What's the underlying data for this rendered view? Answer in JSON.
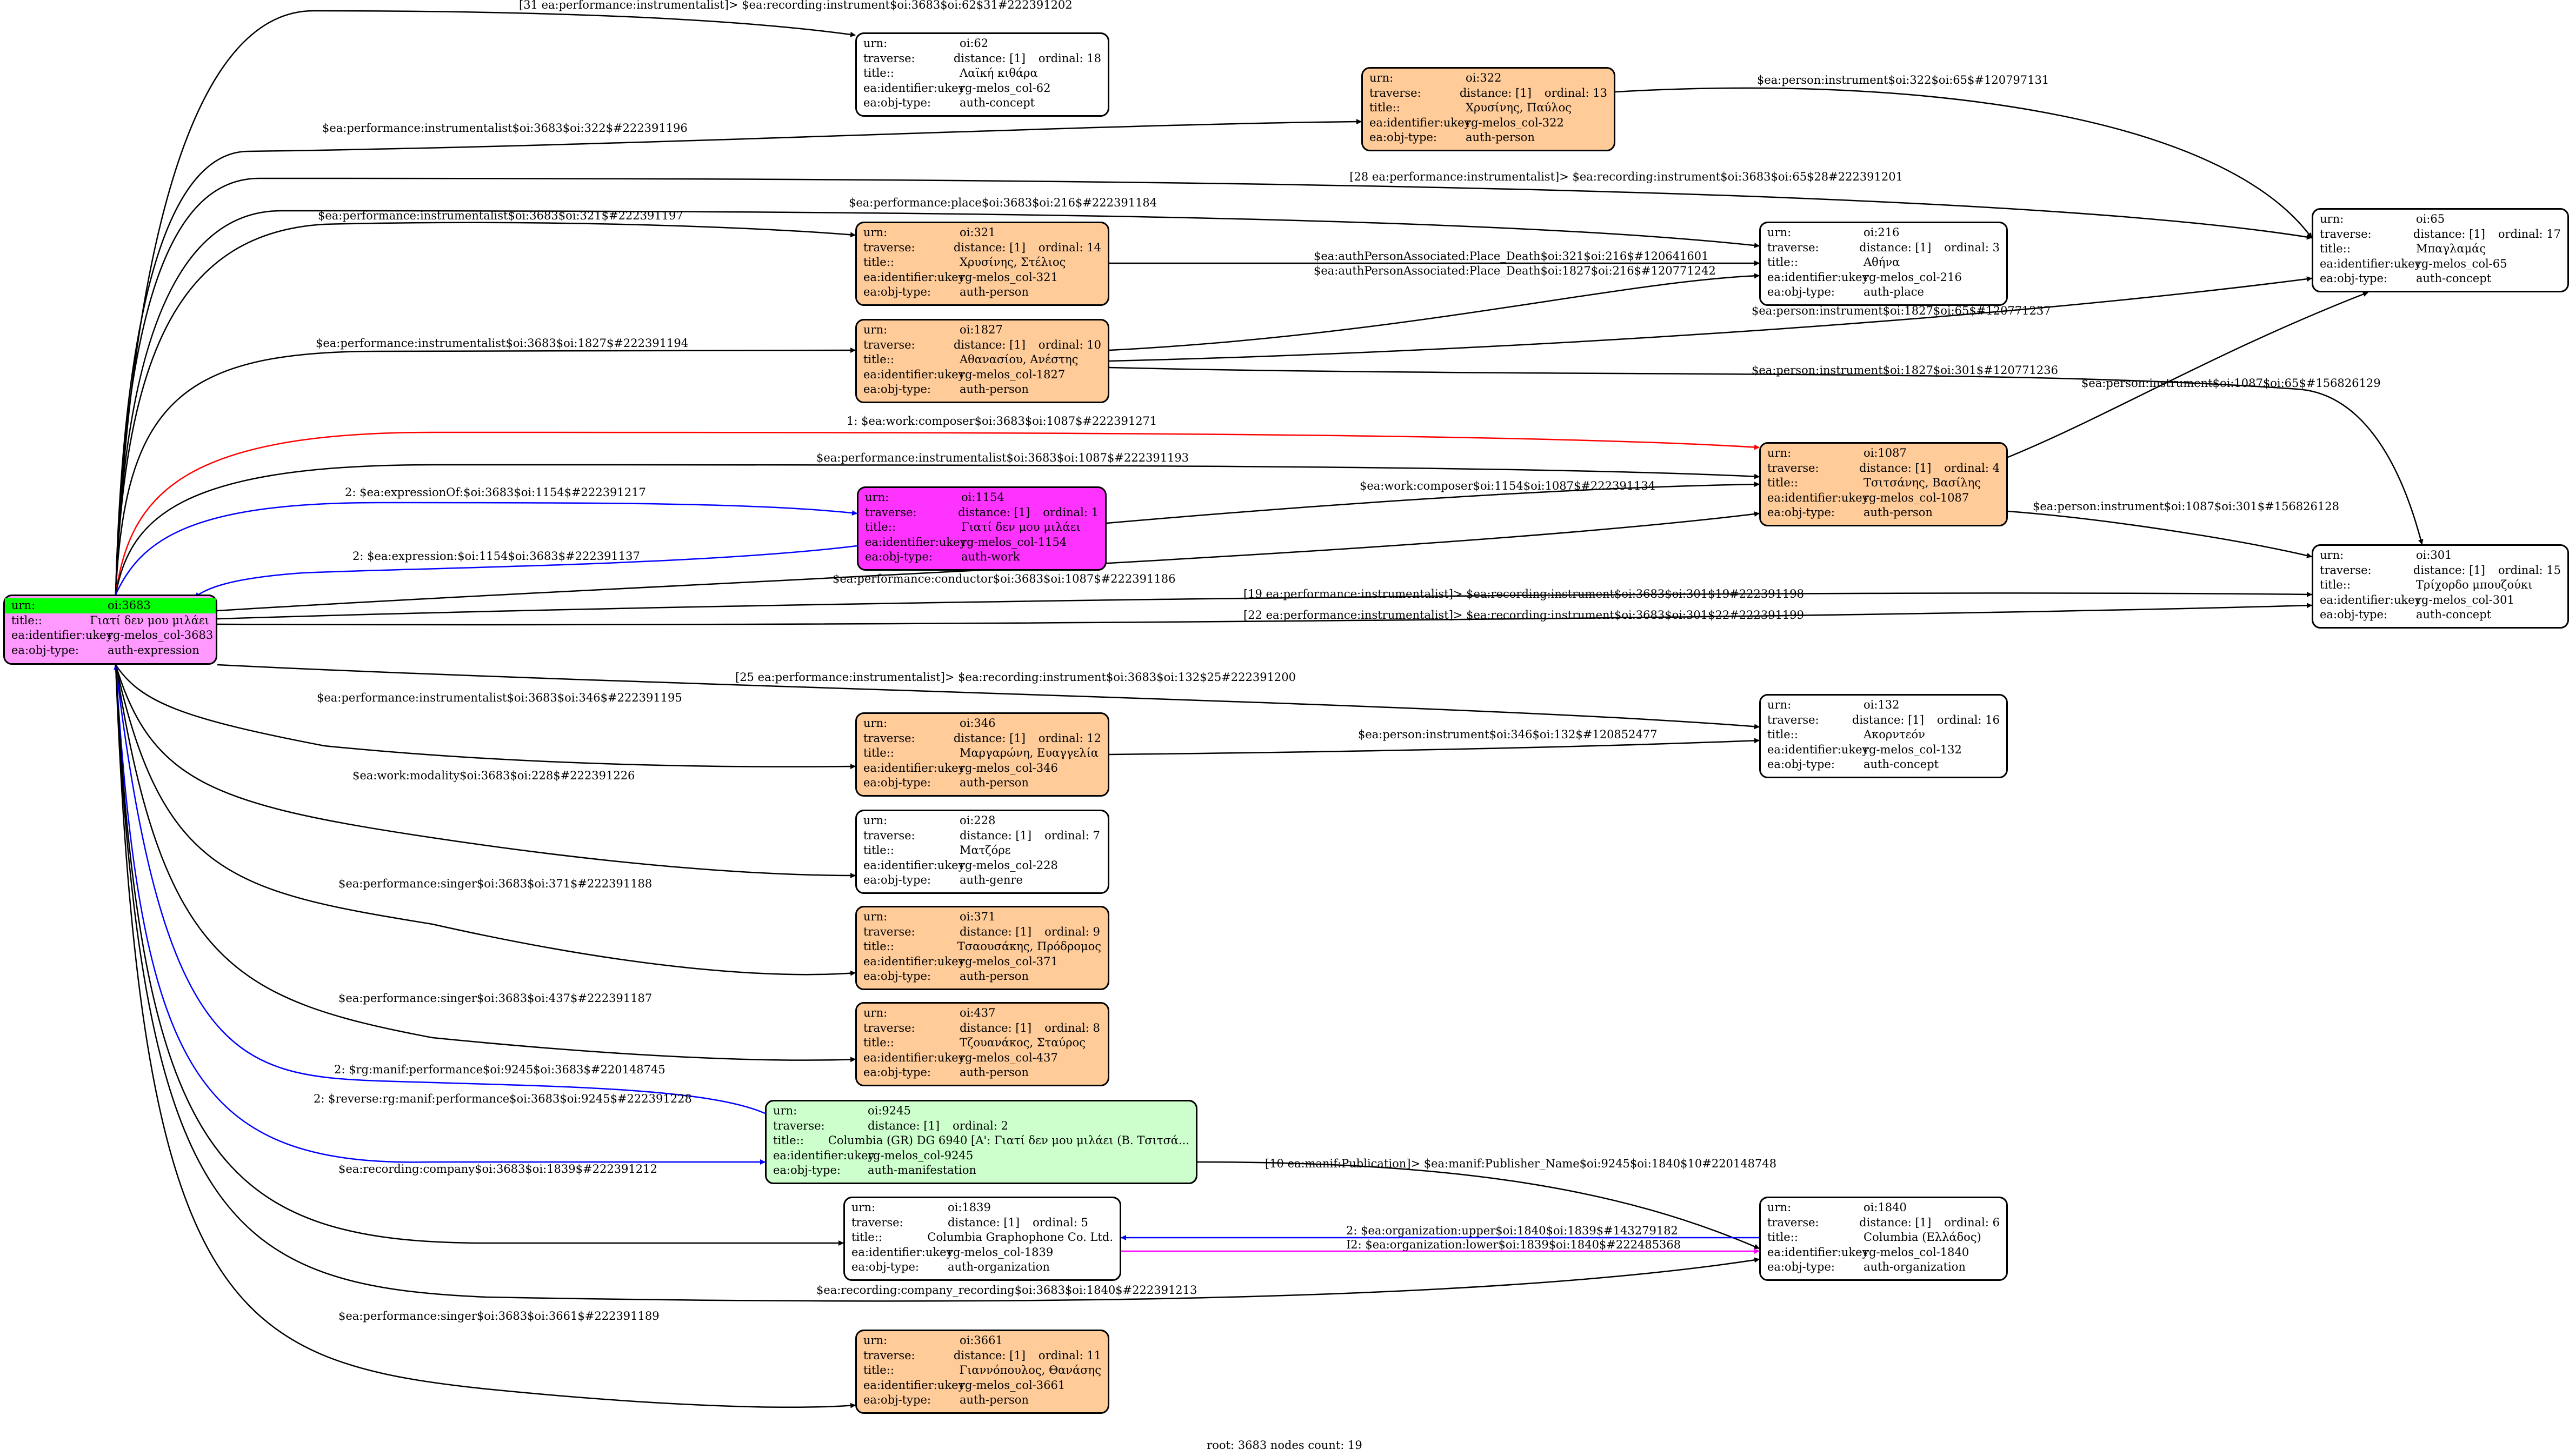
{
  "footer": "root: 3683 nodes count: 19",
  "colors": {
    "person": "#ffcc99",
    "work": "#ff33ff",
    "expression": "#ff99ff",
    "manifestation": "#ccffcc",
    "highlight": "#00ff00",
    "plain": "#ffffff",
    "edge_default": "#000000",
    "edge_blue": "#0000ff",
    "edge_red": "#ff0000",
    "edge_magenta": "#ff00ff"
  },
  "nodes": [
    {
      "id": "n3683",
      "color": "expression",
      "root": true,
      "rows": [
        {
          "k": "urn:",
          "v": "oi:3683"
        },
        {
          "k": "title::",
          "v": "Γιατί δεν μου μιλάει"
        },
        {
          "k": "ea:identifier:ukey",
          "v": "rg-melos_col-3683"
        },
        {
          "k": "ea:obj-type:",
          "v": "auth-expression"
        }
      ]
    },
    {
      "id": "n62",
      "color": "plain",
      "rows": [
        {
          "k": "urn:",
          "v": "oi:62"
        },
        {
          "k": "traverse:",
          "v": "distance: [1]",
          "v2": "ordinal: 18"
        },
        {
          "k": "title::",
          "v": "Λαϊκή κιθάρα"
        },
        {
          "k": "ea:identifier:ukey",
          "v": "rg-melos_col-62"
        },
        {
          "k": "ea:obj-type:",
          "v": "auth-concept"
        }
      ]
    },
    {
      "id": "n322",
      "color": "person",
      "rows": [
        {
          "k": "urn:",
          "v": "oi:322"
        },
        {
          "k": "traverse:",
          "v": "distance: [1]",
          "v2": "ordinal: 13"
        },
        {
          "k": "title::",
          "v": "Χρυσίνης, Παύλος"
        },
        {
          "k": "ea:identifier:ukey",
          "v": "rg-melos_col-322"
        },
        {
          "k": "ea:obj-type:",
          "v": "auth-person"
        }
      ]
    },
    {
      "id": "n321",
      "color": "person",
      "rows": [
        {
          "k": "urn:",
          "v": "oi:321"
        },
        {
          "k": "traverse:",
          "v": "distance: [1]",
          "v2": "ordinal: 14"
        },
        {
          "k": "title::",
          "v": "Χρυσίνης, Στέλιος"
        },
        {
          "k": "ea:identifier:ukey",
          "v": "rg-melos_col-321"
        },
        {
          "k": "ea:obj-type:",
          "v": "auth-person"
        }
      ]
    },
    {
      "id": "n1827",
      "color": "person",
      "rows": [
        {
          "k": "urn:",
          "v": "oi:1827"
        },
        {
          "k": "traverse:",
          "v": "distance: [1]",
          "v2": "ordinal: 10"
        },
        {
          "k": "title::",
          "v": "Αθανασίου, Ανέστης"
        },
        {
          "k": "ea:identifier:ukey",
          "v": "rg-melos_col-1827"
        },
        {
          "k": "ea:obj-type:",
          "v": "auth-person"
        }
      ]
    },
    {
      "id": "n1154",
      "color": "work",
      "rows": [
        {
          "k": "urn:",
          "v": "oi:1154"
        },
        {
          "k": "traverse:",
          "v": "distance: [1]",
          "v2": "ordinal: 1"
        },
        {
          "k": "title::",
          "v": "Γιατί δεν μου μιλάει"
        },
        {
          "k": "ea:identifier:ukey",
          "v": "rg-melos_col-1154"
        },
        {
          "k": "ea:obj-type:",
          "v": "auth-work"
        }
      ]
    },
    {
      "id": "n346",
      "color": "person",
      "rows": [
        {
          "k": "urn:",
          "v": "oi:346"
        },
        {
          "k": "traverse:",
          "v": "distance: [1]",
          "v2": "ordinal: 12"
        },
        {
          "k": "title::",
          "v": "Μαργαρώνη, Ευαγγελία"
        },
        {
          "k": "ea:identifier:ukey",
          "v": "rg-melos_col-346"
        },
        {
          "k": "ea:obj-type:",
          "v": "auth-person"
        }
      ]
    },
    {
      "id": "n228",
      "color": "plain",
      "rows": [
        {
          "k": "urn:",
          "v": "oi:228"
        },
        {
          "k": "traverse:",
          "v": "distance: [1]",
          "v2": "ordinal: 7"
        },
        {
          "k": "title::",
          "v": "Ματζόρε"
        },
        {
          "k": "ea:identifier:ukey",
          "v": "rg-melos_col-228"
        },
        {
          "k": "ea:obj-type:",
          "v": "auth-genre"
        }
      ]
    },
    {
      "id": "n371",
      "color": "person",
      "rows": [
        {
          "k": "urn:",
          "v": "oi:371"
        },
        {
          "k": "traverse:",
          "v": "distance: [1]",
          "v2": "ordinal: 9"
        },
        {
          "k": "title::",
          "v": "Τσαουσάκης, Πρόδρομος"
        },
        {
          "k": "ea:identifier:ukey",
          "v": "rg-melos_col-371"
        },
        {
          "k": "ea:obj-type:",
          "v": "auth-person"
        }
      ]
    },
    {
      "id": "n437",
      "color": "person",
      "rows": [
        {
          "k": "urn:",
          "v": "oi:437"
        },
        {
          "k": "traverse:",
          "v": "distance: [1]",
          "v2": "ordinal: 8"
        },
        {
          "k": "title::",
          "v": "Τζουανάκος, Σταύρος"
        },
        {
          "k": "ea:identifier:ukey",
          "v": "rg-melos_col-437"
        },
        {
          "k": "ea:obj-type:",
          "v": "auth-person"
        }
      ]
    },
    {
      "id": "n9245",
      "color": "manifestation",
      "rows": [
        {
          "k": "urn:",
          "v": "oi:9245"
        },
        {
          "k": "traverse:",
          "v": "distance: [1]",
          "v2": "ordinal: 2"
        },
        {
          "k": "title::",
          "v": "Columbia (GR) DG 6940 [A': Γιατί δεν μου μιλάει (Β. Τσιτσά..."
        },
        {
          "k": "ea:identifier:ukey",
          "v": "rg-melos_col-9245"
        },
        {
          "k": "ea:obj-type:",
          "v": "auth-manifestation"
        }
      ]
    },
    {
      "id": "n1839",
      "color": "plain",
      "rows": [
        {
          "k": "urn:",
          "v": "oi:1839"
        },
        {
          "k": "traverse:",
          "v": "distance: [1]",
          "v2": "ordinal: 5"
        },
        {
          "k": "title::",
          "v": "Columbia Graphophone Co. Ltd."
        },
        {
          "k": "ea:identifier:ukey",
          "v": "rg-melos_col-1839"
        },
        {
          "k": "ea:obj-type:",
          "v": "auth-organization"
        }
      ]
    },
    {
      "id": "n3661",
      "color": "person",
      "rows": [
        {
          "k": "urn:",
          "v": "oi:3661"
        },
        {
          "k": "traverse:",
          "v": "distance: [1]",
          "v2": "ordinal: 11"
        },
        {
          "k": "title::",
          "v": "Γιαννόπουλος, Θανάσης"
        },
        {
          "k": "ea:identifier:ukey",
          "v": "rg-melos_col-3661"
        },
        {
          "k": "ea:obj-type:",
          "v": "auth-person"
        }
      ]
    },
    {
      "id": "n216",
      "color": "plain",
      "rows": [
        {
          "k": "urn:",
          "v": "oi:216"
        },
        {
          "k": "traverse:",
          "v": "distance: [1]",
          "v2": "ordinal: 3"
        },
        {
          "k": "title::",
          "v": "Αθήνα"
        },
        {
          "k": "ea:identifier:ukey",
          "v": "rg-melos_col-216"
        },
        {
          "k": "ea:obj-type:",
          "v": "auth-place"
        }
      ]
    },
    {
      "id": "n1087",
      "color": "person",
      "rows": [
        {
          "k": "urn:",
          "v": "oi:1087"
        },
        {
          "k": "traverse:",
          "v": "distance: [1]",
          "v2": "ordinal: 4"
        },
        {
          "k": "title::",
          "v": "Τσιτσάνης, Βασίλης"
        },
        {
          "k": "ea:identifier:ukey",
          "v": "rg-melos_col-1087"
        },
        {
          "k": "ea:obj-type:",
          "v": "auth-person"
        }
      ]
    },
    {
      "id": "n132",
      "color": "plain",
      "rows": [
        {
          "k": "urn:",
          "v": "oi:132"
        },
        {
          "k": "traverse:",
          "v": "distance: [1]",
          "v2": "ordinal: 16"
        },
        {
          "k": "title::",
          "v": "Ακορντεόν"
        },
        {
          "k": "ea:identifier:ukey",
          "v": "rg-melos_col-132"
        },
        {
          "k": "ea:obj-type:",
          "v": "auth-concept"
        }
      ]
    },
    {
      "id": "n1840",
      "color": "plain",
      "rows": [
        {
          "k": "urn:",
          "v": "oi:1840"
        },
        {
          "k": "traverse:",
          "v": "distance: [1]",
          "v2": "ordinal: 6"
        },
        {
          "k": "title::",
          "v": "Columbia (Ελλάδος)"
        },
        {
          "k": "ea:identifier:ukey",
          "v": "rg-melos_col-1840"
        },
        {
          "k": "ea:obj-type:",
          "v": "auth-organization"
        }
      ]
    },
    {
      "id": "n65",
      "color": "plain",
      "rows": [
        {
          "k": "urn:",
          "v": "oi:65"
        },
        {
          "k": "traverse:",
          "v": "distance: [1]",
          "v2": "ordinal: 17"
        },
        {
          "k": "title::",
          "v": "Μπαγλαμάς"
        },
        {
          "k": "ea:identifier:ukey",
          "v": "rg-melos_col-65"
        },
        {
          "k": "ea:obj-type:",
          "v": "auth-concept"
        }
      ]
    },
    {
      "id": "n301",
      "color": "plain",
      "rows": [
        {
          "k": "urn:",
          "v": "oi:301"
        },
        {
          "k": "traverse:",
          "v": "distance: [1]",
          "v2": "ordinal: 15"
        },
        {
          "k": "title::",
          "v": "Τρίχορδο μπουζούκι"
        },
        {
          "k": "ea:identifier:ukey",
          "v": "rg-melos_col-301"
        },
        {
          "k": "ea:obj-type:",
          "v": "auth-concept"
        }
      ]
    }
  ],
  "edges": [
    {
      "from": "n3683",
      "to": "n62",
      "color": "edge_default",
      "label": "[31 ea:performance:instrumentalist]> $ea:recording:instrument$oi:3683$oi:62$31#222391202"
    },
    {
      "from": "n3683",
      "to": "n322",
      "color": "edge_default",
      "label": "$ea:performance:instrumentalist$oi:3683$oi:322$#222391196"
    },
    {
      "from": "n3683",
      "to": "n65",
      "color": "edge_default",
      "label": "[28 ea:performance:instrumentalist]> $ea:recording:instrument$oi:3683$oi:65$28#222391201"
    },
    {
      "from": "n3683",
      "to": "n216",
      "color": "edge_default",
      "label": "$ea:performance:place$oi:3683$oi:216$#222391184"
    },
    {
      "from": "n3683",
      "to": "n321",
      "color": "edge_default",
      "label": "$ea:performance:instrumentalist$oi:3683$oi:321$#222391197"
    },
    {
      "from": "n3683",
      "to": "n1827",
      "color": "edge_default",
      "label": "$ea:performance:instrumentalist$oi:3683$oi:1827$#222391194"
    },
    {
      "from": "n3683",
      "to": "n1087",
      "color": "edge_red",
      "label": "1: $ea:work:composer$oi:3683$oi:1087$#222391271"
    },
    {
      "from": "n3683",
      "to": "n1087",
      "color": "edge_default",
      "label": "$ea:performance:instrumentalist$oi:3683$oi:1087$#222391193"
    },
    {
      "from": "n3683",
      "to": "n1154",
      "color": "edge_blue",
      "label": "2: $ea:expressionOf:$oi:3683$oi:1154$#222391217"
    },
    {
      "from": "n1154",
      "to": "n3683",
      "color": "edge_blue",
      "label": "2: $ea:expression:$oi:1154$oi:3683$#222391137"
    },
    {
      "from": "n3683",
      "to": "n1087",
      "color": "edge_default",
      "label": "$ea:performance:conductor$oi:3683$oi:1087$#222391186"
    },
    {
      "from": "n3683",
      "to": "n301",
      "color": "edge_default",
      "label": "[19 ea:performance:instrumentalist]> $ea:recording:instrument$oi:3683$oi:301$19#222391198"
    },
    {
      "from": "n3683",
      "to": "n301",
      "color": "edge_default",
      "label": "[22 ea:performance:instrumentalist]> $ea:recording:instrument$oi:3683$oi:301$22#222391199"
    },
    {
      "from": "n3683",
      "to": "n132",
      "color": "edge_default",
      "label": "[25 ea:performance:instrumentalist]> $ea:recording:instrument$oi:3683$oi:132$25#222391200"
    },
    {
      "from": "n3683",
      "to": "n346",
      "color": "edge_default",
      "label": "$ea:performance:instrumentalist$oi:3683$oi:346$#222391195"
    },
    {
      "from": "n3683",
      "to": "n228",
      "color": "edge_default",
      "label": "$ea:work:modality$oi:3683$oi:228$#222391226"
    },
    {
      "from": "n3683",
      "to": "n371",
      "color": "edge_default",
      "label": "$ea:performance:singer$oi:3683$oi:371$#222391188"
    },
    {
      "from": "n3683",
      "to": "n437",
      "color": "edge_default",
      "label": "$ea:performance:singer$oi:3683$oi:437$#222391187"
    },
    {
      "from": "n9245",
      "to": "n3683",
      "color": "edge_blue",
      "label": "2: $rg:manif:performance$oi:9245$oi:3683$#220148745"
    },
    {
      "from": "n3683",
      "to": "n9245",
      "color": "edge_blue",
      "label": "2: $reverse:rg:manif:performance$oi:3683$oi:9245$#222391228"
    },
    {
      "from": "n3683",
      "to": "n1839",
      "color": "edge_default",
      "label": "$ea:recording:company$oi:3683$oi:1839$#222391212"
    },
    {
      "from": "n3683",
      "to": "n1840",
      "color": "edge_default",
      "label": "$ea:recording:company_recording$oi:3683$oi:1840$#222391213"
    },
    {
      "from": "n3683",
      "to": "n3661",
      "color": "edge_default",
      "label": "$ea:performance:singer$oi:3683$oi:3661$#222391189"
    },
    {
      "from": "n322",
      "to": "n65",
      "color": "edge_default",
      "label": "$ea:person:instrument$oi:322$oi:65$#120797131"
    },
    {
      "from": "n321",
      "to": "n216",
      "color": "edge_default",
      "label": "$ea:authPersonAssociated:Place_Death$oi:321$oi:216$#120641601"
    },
    {
      "from": "n1827",
      "to": "n216",
      "color": "edge_default",
      "label": "$ea:authPersonAssociated:Place_Death$oi:1827$oi:216$#120771242"
    },
    {
      "from": "n1827",
      "to": "n65",
      "color": "edge_default",
      "label": "$ea:person:instrument$oi:1827$oi:65$#120771237"
    },
    {
      "from": "n1827",
      "to": "n301",
      "color": "edge_default",
      "label": "$ea:person:instrument$oi:1827$oi:301$#120771236"
    },
    {
      "from": "n1087",
      "to": "n65",
      "color": "edge_default",
      "label": "$ea:person:instrument$oi:1087$oi:65$#156826129"
    },
    {
      "from": "n1087",
      "to": "n301",
      "color": "edge_default",
      "label": "$ea:person:instrument$oi:1087$oi:301$#156826128"
    },
    {
      "from": "n1154",
      "to": "n1087",
      "color": "edge_default",
      "label": "$ea:work:composer$oi:1154$oi:1087$#222391134"
    },
    {
      "from": "n346",
      "to": "n132",
      "color": "edge_default",
      "label": "$ea:person:instrument$oi:346$oi:132$#120852477"
    },
    {
      "from": "n9245",
      "to": "n1840",
      "color": "edge_default",
      "label": "[10 ea:manif:Publication]> $ea:manif:Publisher_Name$oi:9245$oi:1840$10#220148748"
    },
    {
      "from": "n1840",
      "to": "n1839",
      "color": "edge_blue",
      "label": "2: $ea:organization:upper$oi:1840$oi:1839$#143279182"
    },
    {
      "from": "n1839",
      "to": "n1840",
      "color": "edge_magenta",
      "label": "I2: $ea:organization:lower$oi:1839$oi:1840$#222485368"
    }
  ]
}
